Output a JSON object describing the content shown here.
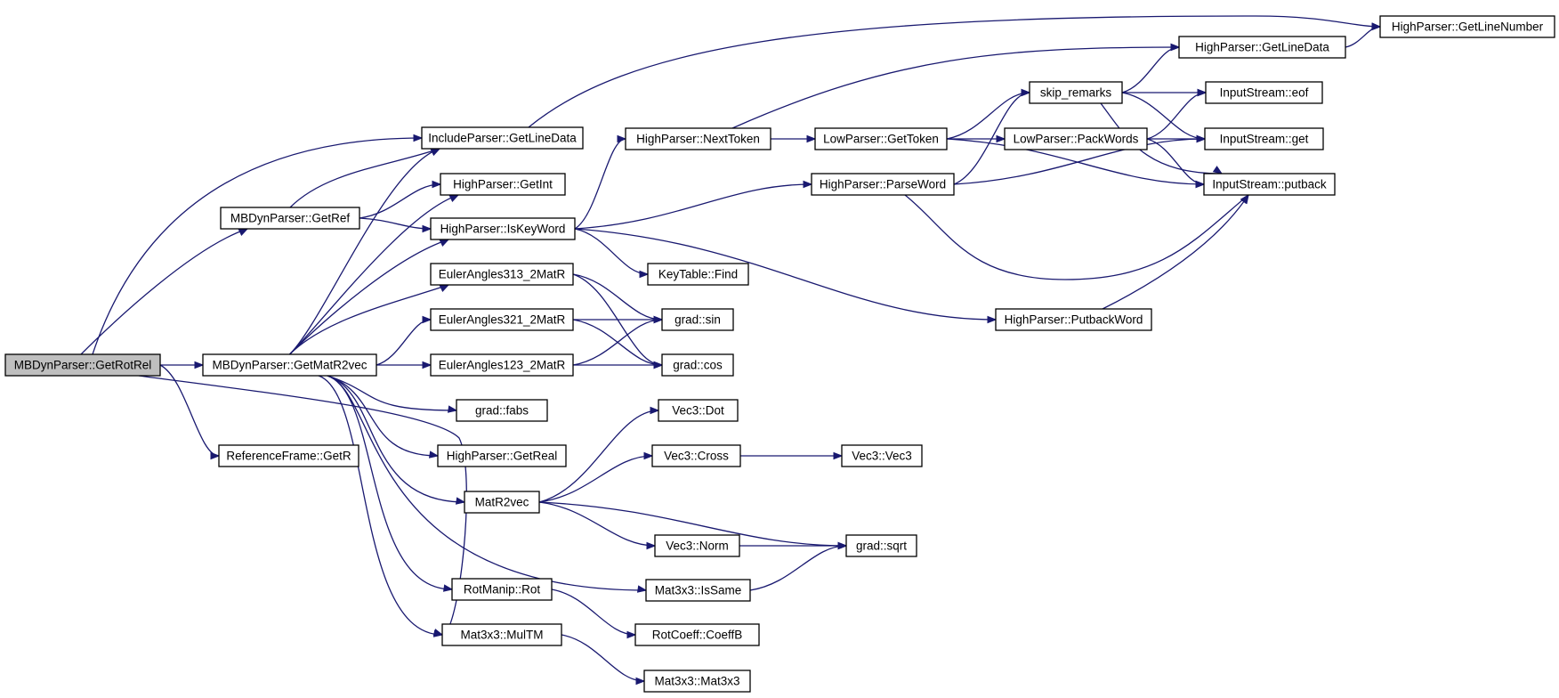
{
  "nodes": [
    {
      "id": "getrotrel",
      "label": "MBDynParser::GetRotRel",
      "root": true
    },
    {
      "id": "getref",
      "label": "MBDynParser::GetRef"
    },
    {
      "id": "getmatr2vec",
      "label": "MBDynParser::GetMatR2vec"
    },
    {
      "id": "refframe_getr",
      "label": "ReferenceFrame::GetR"
    },
    {
      "id": "incl_getlinedata",
      "label": "IncludeParser::GetLineData"
    },
    {
      "id": "hp_getint",
      "label": "HighParser::GetInt"
    },
    {
      "id": "hp_iskeyword",
      "label": "HighParser::IsKeyWord"
    },
    {
      "id": "ea313",
      "label": "EulerAngles313_2MatR"
    },
    {
      "id": "ea321",
      "label": "EulerAngles321_2MatR"
    },
    {
      "id": "ea123",
      "label": "EulerAngles123_2MatR"
    },
    {
      "id": "grad_fabs",
      "label": "grad::fabs"
    },
    {
      "id": "hp_getreal",
      "label": "HighParser::GetReal"
    },
    {
      "id": "matr2vec",
      "label": "MatR2vec"
    },
    {
      "id": "rotmanip_rot",
      "label": "RotManip::Rot"
    },
    {
      "id": "mat3x3_multm",
      "label": "Mat3x3::MulTM"
    },
    {
      "id": "hp_nexttoken",
      "label": "HighParser::NextToken"
    },
    {
      "id": "keytable_find",
      "label": "KeyTable::Find"
    },
    {
      "id": "grad_sin",
      "label": "grad::sin"
    },
    {
      "id": "grad_cos",
      "label": "grad::cos"
    },
    {
      "id": "vec3_dot",
      "label": "Vec3::Dot"
    },
    {
      "id": "vec3_cross",
      "label": "Vec3::Cross"
    },
    {
      "id": "vec3_norm",
      "label": "Vec3::Norm"
    },
    {
      "id": "mat3x3_issame",
      "label": "Mat3x3::IsSame"
    },
    {
      "id": "rotcoeff_coeffb",
      "label": "RotCoeff::CoeffB"
    },
    {
      "id": "mat3x3_mat3x3",
      "label": "Mat3x3::Mat3x3"
    },
    {
      "id": "lp_gettoken",
      "label": "LowParser::GetToken"
    },
    {
      "id": "hp_parseword",
      "label": "HighParser::ParseWord"
    },
    {
      "id": "hp_putbackword",
      "label": "HighParser::PutbackWord"
    },
    {
      "id": "vec3_vec3",
      "label": "Vec3::Vec3"
    },
    {
      "id": "grad_sqrt",
      "label": "grad::sqrt"
    },
    {
      "id": "skip_remarks",
      "label": "skip_remarks"
    },
    {
      "id": "lp_packwords",
      "label": "LowParser::PackWords"
    },
    {
      "id": "hp_getlinedata",
      "label": "HighParser::GetLineData"
    },
    {
      "id": "is_eof",
      "label": "InputStream::eof"
    },
    {
      "id": "is_get",
      "label": "InputStream::get"
    },
    {
      "id": "is_putback",
      "label": "InputStream::putback"
    },
    {
      "id": "hp_getlinenumber",
      "label": "HighParser::GetLineNumber"
    }
  ],
  "edges": [
    {
      "from": "getrotrel",
      "to": "incl_getlinedata"
    },
    {
      "from": "getrotrel",
      "to": "getref"
    },
    {
      "from": "getrotrel",
      "to": "getmatr2vec"
    },
    {
      "from": "getrotrel",
      "to": "refframe_getr"
    },
    {
      "from": "getrotrel",
      "to": "mat3x3_multm"
    },
    {
      "from": "getref",
      "to": "incl_getlinedata"
    },
    {
      "from": "getref",
      "to": "hp_getint"
    },
    {
      "from": "getref",
      "to": "hp_iskeyword"
    },
    {
      "from": "getmatr2vec",
      "to": "incl_getlinedata"
    },
    {
      "from": "getmatr2vec",
      "to": "hp_getint"
    },
    {
      "from": "getmatr2vec",
      "to": "hp_iskeyword"
    },
    {
      "from": "getmatr2vec",
      "to": "ea313"
    },
    {
      "from": "getmatr2vec",
      "to": "ea321"
    },
    {
      "from": "getmatr2vec",
      "to": "ea123"
    },
    {
      "from": "getmatr2vec",
      "to": "grad_fabs"
    },
    {
      "from": "getmatr2vec",
      "to": "hp_getreal"
    },
    {
      "from": "getmatr2vec",
      "to": "matr2vec"
    },
    {
      "from": "getmatr2vec",
      "to": "mat3x3_issame"
    },
    {
      "from": "getmatr2vec",
      "to": "rotmanip_rot"
    },
    {
      "from": "getmatr2vec",
      "to": "mat3x3_multm"
    },
    {
      "from": "incl_getlinedata",
      "to": "hp_getlinenumber"
    },
    {
      "from": "hp_iskeyword",
      "to": "hp_nexttoken"
    },
    {
      "from": "hp_iskeyword",
      "to": "hp_parseword"
    },
    {
      "from": "hp_iskeyword",
      "to": "keytable_find"
    },
    {
      "from": "hp_iskeyword",
      "to": "hp_putbackword"
    },
    {
      "from": "ea313",
      "to": "grad_sin"
    },
    {
      "from": "ea313",
      "to": "grad_cos"
    },
    {
      "from": "ea321",
      "to": "grad_sin"
    },
    {
      "from": "ea321",
      "to": "grad_cos"
    },
    {
      "from": "ea123",
      "to": "grad_sin"
    },
    {
      "from": "ea123",
      "to": "grad_cos"
    },
    {
      "from": "matr2vec",
      "to": "vec3_dot"
    },
    {
      "from": "matr2vec",
      "to": "vec3_cross"
    },
    {
      "from": "matr2vec",
      "to": "vec3_norm"
    },
    {
      "from": "matr2vec",
      "to": "grad_sqrt"
    },
    {
      "from": "rotmanip_rot",
      "to": "rotcoeff_coeffb"
    },
    {
      "from": "mat3x3_multm",
      "to": "mat3x3_mat3x3"
    },
    {
      "from": "mat3x3_issame",
      "to": "grad_sqrt"
    },
    {
      "from": "hp_nexttoken",
      "to": "hp_getlinedata"
    },
    {
      "from": "hp_nexttoken",
      "to": "lp_gettoken"
    },
    {
      "from": "lp_gettoken",
      "to": "skip_remarks"
    },
    {
      "from": "lp_gettoken",
      "to": "lp_packwords"
    },
    {
      "from": "lp_gettoken",
      "to": "is_putback"
    },
    {
      "from": "hp_parseword",
      "to": "skip_remarks"
    },
    {
      "from": "hp_parseword",
      "to": "is_get"
    },
    {
      "from": "hp_parseword",
      "to": "is_putback"
    },
    {
      "from": "hp_putbackword",
      "to": "is_putback"
    },
    {
      "from": "vec3_cross",
      "to": "vec3_vec3"
    },
    {
      "from": "vec3_norm",
      "to": "grad_sqrt"
    },
    {
      "from": "skip_remarks",
      "to": "hp_getlinedata"
    },
    {
      "from": "skip_remarks",
      "to": "is_eof"
    },
    {
      "from": "skip_remarks",
      "to": "is_get"
    },
    {
      "from": "skip_remarks",
      "to": "is_putback"
    },
    {
      "from": "lp_packwords",
      "to": "is_eof"
    },
    {
      "from": "lp_packwords",
      "to": "is_get"
    },
    {
      "from": "lp_packwords",
      "to": "is_putback"
    },
    {
      "from": "hp_getlinedata",
      "to": "hp_getlinenumber"
    }
  ]
}
